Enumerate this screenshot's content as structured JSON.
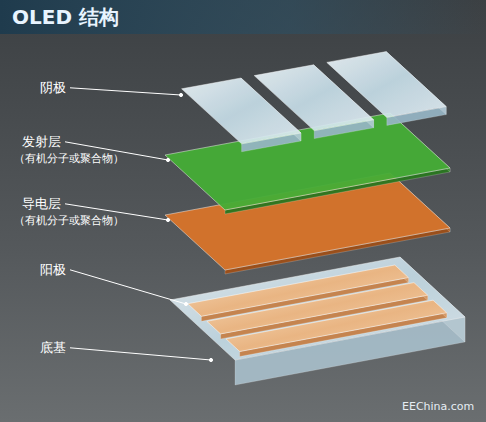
{
  "diagram": {
    "title": "OLED 结构",
    "labels": [
      "阴极",
      "发射层",
      "（有机分子或聚合物）",
      "导电层",
      "（有机分子或聚合物）",
      "阳极",
      "底基",
      "EEChina.com"
    ]
  }
}
